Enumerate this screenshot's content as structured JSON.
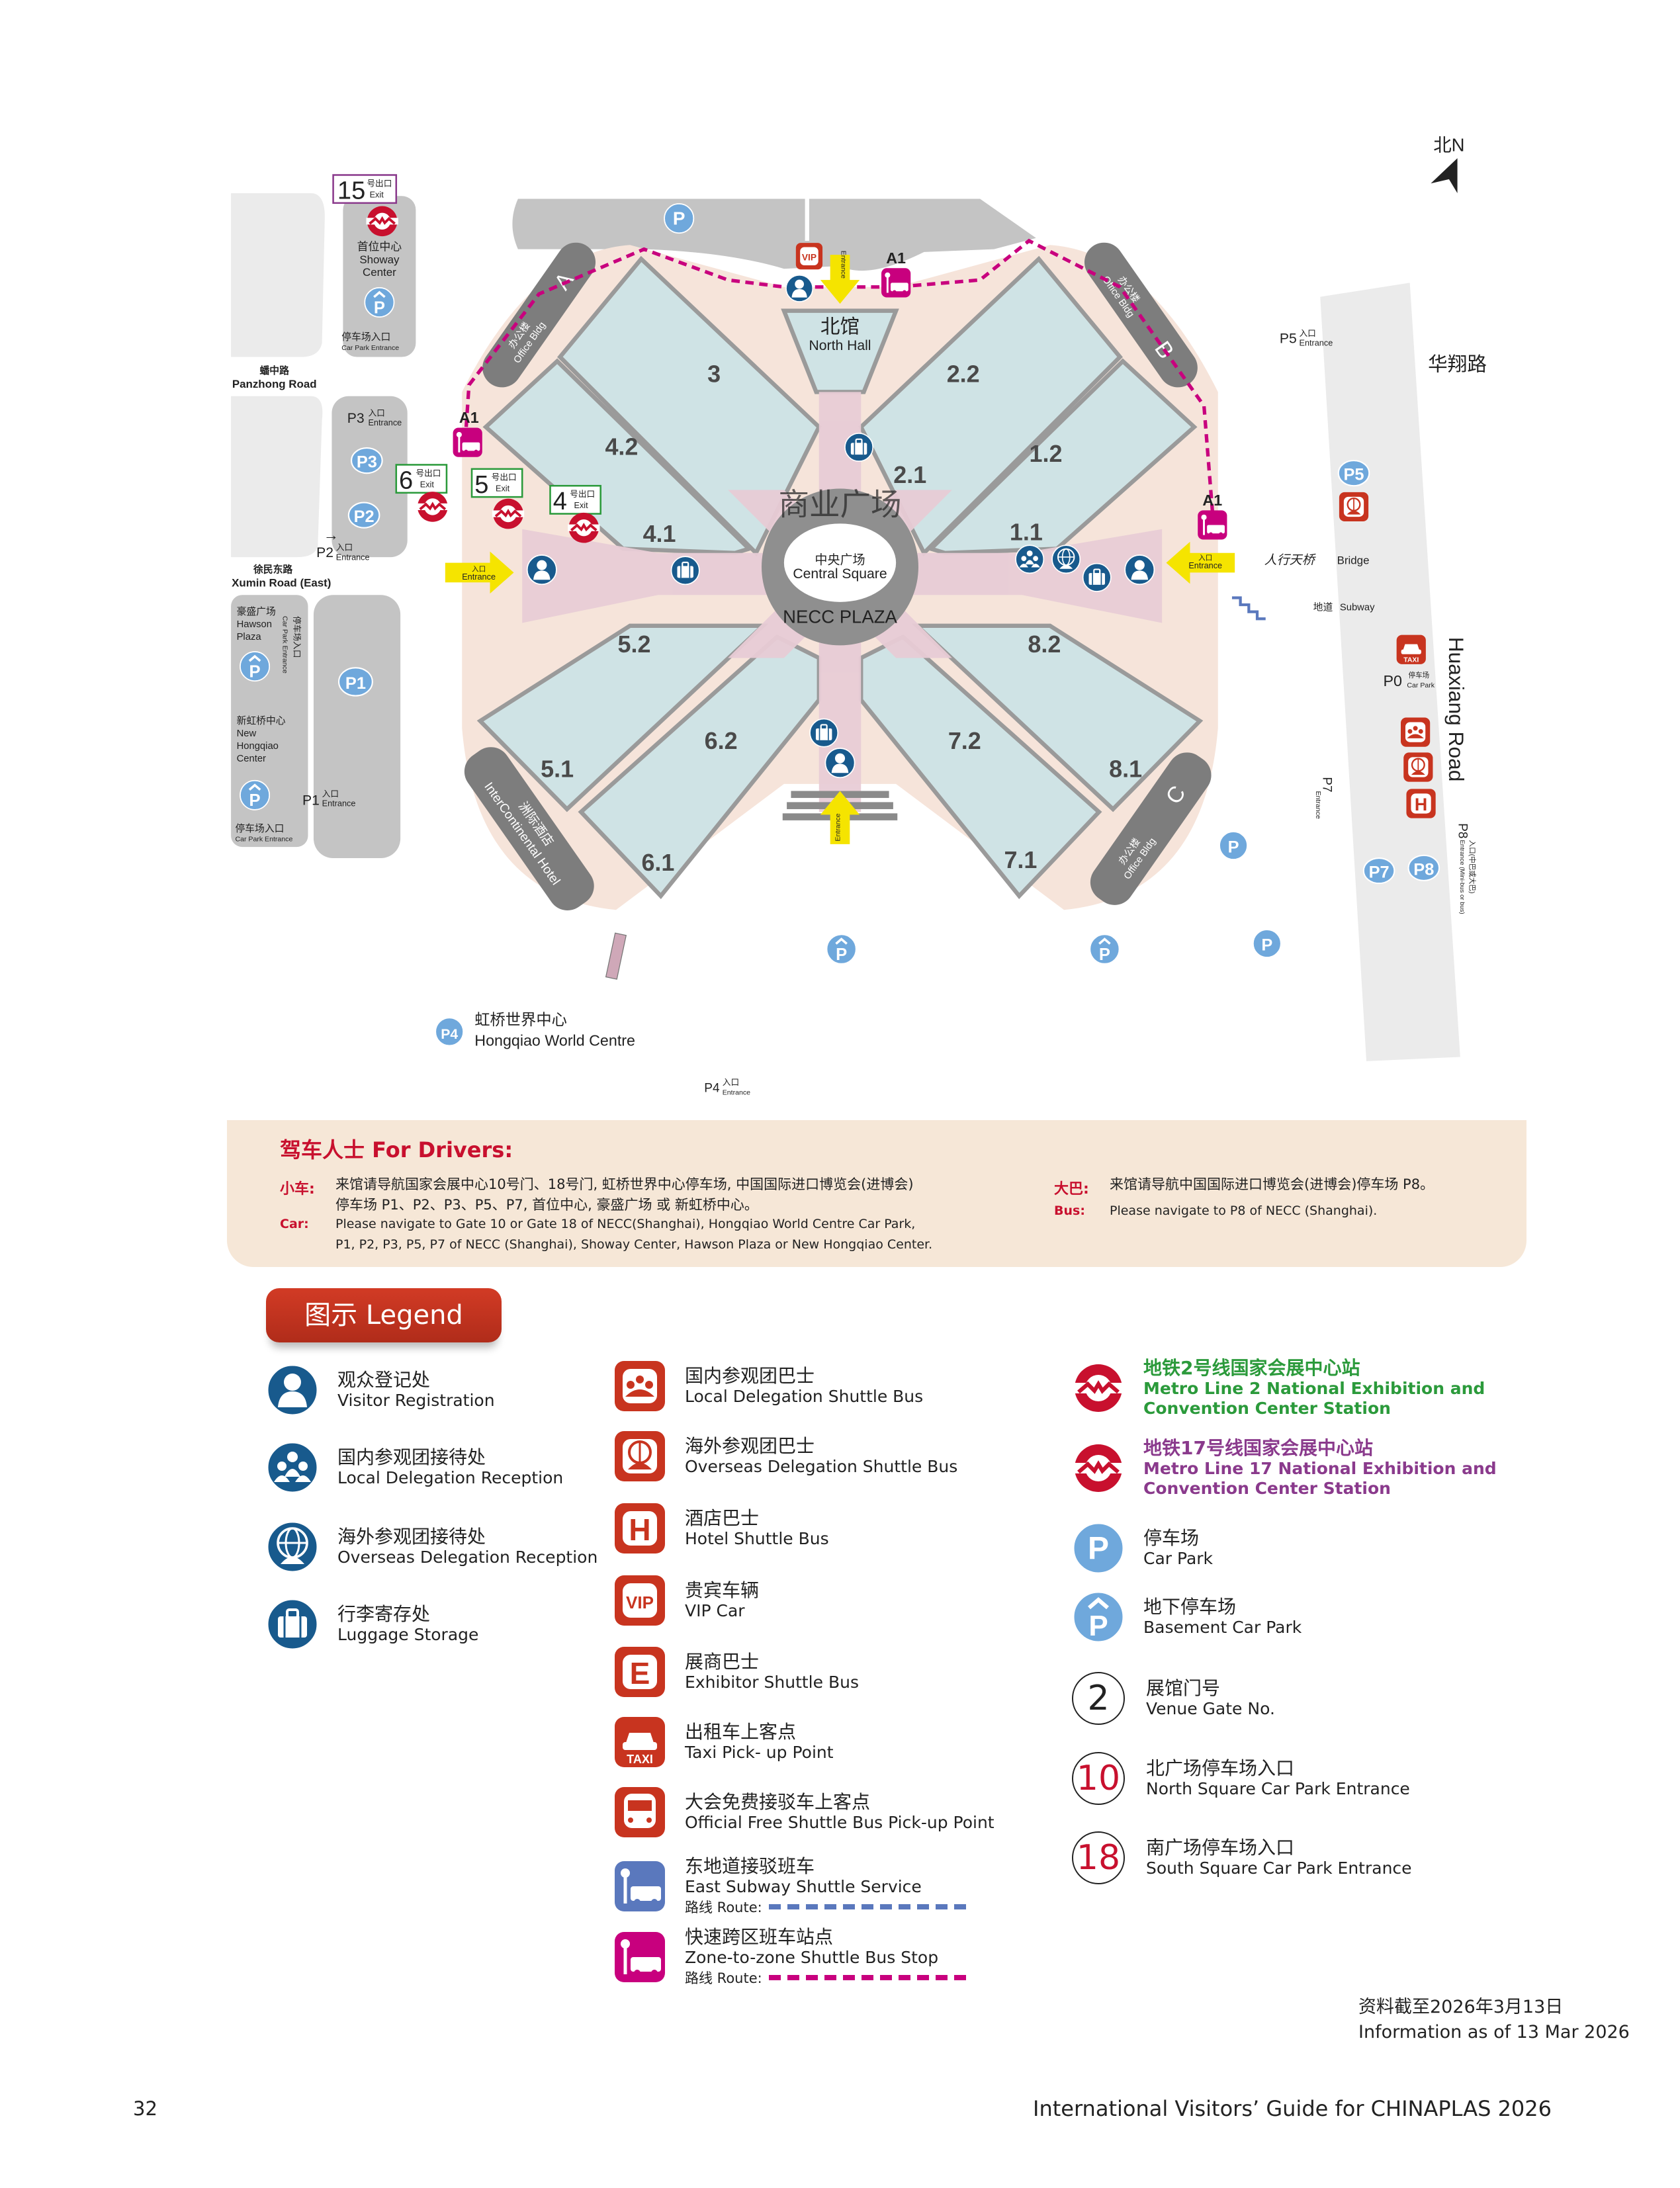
{
  "map": {
    "north": "北N",
    "exits": [
      {
        "num": "15",
        "cn": "号出口",
        "en": "Exit"
      },
      {
        "num": "6",
        "cn": "号出口",
        "en": "Exit"
      },
      {
        "num": "5",
        "cn": "号出口",
        "en": "Exit"
      },
      {
        "num": "4",
        "cn": "号出口",
        "en": "Exit"
      }
    ],
    "showay": {
      "cn": "首位中心",
      "en1": "Showay",
      "en2": "Center",
      "entrance_cn": "停车场入口",
      "entrance_en": "Car Park Entrance"
    },
    "panzhong": {
      "cn": "蟠中路",
      "en": "Panzhong Road"
    },
    "xumin": {
      "cn": "徐民东路",
      "en": "Xumin Road (East)"
    },
    "hawson": {
      "cn": "豪盛广场",
      "en1": "Hawson",
      "en2": "Plaza",
      "entrance_cn": "停车场入口",
      "entrance_en": "Car Park Entrance"
    },
    "new_hongqiao": {
      "cn": "新虹桥中心",
      "en1": "New",
      "en2": "Hongqiao",
      "en3": "Center",
      "entrance_cn": "停车场入口",
      "entrance_en": "Car Park Entrance"
    },
    "entrance_cn": "入口",
    "entrance_en": "Entrance",
    "park_entries": {
      "p3": "P3",
      "p2": "P2",
      "p1": "P1",
      "p5": "P5",
      "p4": "P4",
      "p7": "P7",
      "p8": "P8",
      "p0": "P0"
    },
    "p0": {
      "cn": "停车场",
      "en": "Car Park"
    },
    "p8_note": {
      "cn": "入口(中巴或大巴)",
      "en": "Entrance (Mini-bus or bus)"
    },
    "badges": {
      "p": "P",
      "p1": "P1",
      "p2": "P2",
      "p3": "P3",
      "p4": "P4",
      "p5": "P5",
      "p7": "P7",
      "p8": "P8"
    },
    "halls": {
      "h3": "3",
      "h22": "2.2",
      "h42": "4.2",
      "h12": "1.2",
      "h41": "4.1",
      "h21": "2.1",
      "h11": "1.1",
      "h52": "5.2",
      "h82": "8.2",
      "h62": "6.2",
      "h72": "7.2",
      "h51": "5.1",
      "h81": "8.1",
      "h61": "6.1",
      "h71": "7.1"
    },
    "north_hall": {
      "cn": "北馆",
      "en": "North Hall"
    },
    "plaza": {
      "cn": "商业广场",
      "square_cn": "中央广场",
      "square_en": "Central Square",
      "en": "NECC PLAZA"
    },
    "office": {
      "cn": "办公楼",
      "en": "Office Bldg",
      "a": "A",
      "b": "B",
      "c": "C"
    },
    "hotel": {
      "cn": "洲际酒店",
      "en": "InterContinental Hotel"
    },
    "a1": "A1",
    "vip": "VIP",
    "road": {
      "cn": "华翔路",
      "en": "Huaxiang Road"
    },
    "bridge": {
      "cn": "人行天桥",
      "en": "Bridge"
    },
    "subway": {
      "cn": "地道",
      "en": "Subway"
    },
    "world_centre": {
      "cn": "虹桥世界中心",
      "en": "Hongqiao World Centre"
    }
  },
  "drivers": {
    "title": "驾车人士 For Drivers:",
    "car_label_cn": "小车:",
    "car_cn_1": "来馆请导航国家会展中心10号门、18号门, 虹桥世界中心停车场, 中国国际进口博览会(进博会)",
    "car_cn_2": "停车场 P1、P2、P3、P5、P7, 首位中心, 豪盛广场 或 新虹桥中心。",
    "car_label_en": "Car:",
    "car_en_1": "Please navigate to Gate 10 or Gate 18 of NECC(Shanghai), Hongqiao World Centre Car Park,",
    "car_en_2": "P1, P2, P3, P5, P7 of NECC (Shanghai), Showay Center, Hawson Plaza or New Hongqiao Center.",
    "bus_label_cn": "大巴:",
    "bus_cn": "来馆请导航中国国际进口博览会(进博会)停车场 P8。",
    "bus_label_en": "Bus:",
    "bus_en": "Please navigate to P8 of NECC (Shanghai)."
  },
  "legend": {
    "title": "图示 Legend",
    "col1": [
      {
        "cn": "观众登记处",
        "en": "Visitor Registration",
        "icon": "visitor-icon"
      },
      {
        "cn": "国内参观团接待处",
        "en": "Local Delegation Reception",
        "icon": "delegation-icon"
      },
      {
        "cn": "海外参观团接待处",
        "en": "Overseas Delegation Reception",
        "icon": "globe-icon"
      },
      {
        "cn": "行李寄存处",
        "en": "Luggage Storage",
        "icon": "luggage-icon"
      }
    ],
    "col2": [
      {
        "cn": "国内参观团巴士",
        "en": "Local Delegation Shuttle Bus",
        "icon": "local-bus-icon"
      },
      {
        "cn": "海外参观团巴士",
        "en": "Overseas Delegation Shuttle Bus",
        "icon": "overseas-bus-icon"
      },
      {
        "cn": "酒店巴士",
        "en": "Hotel Shuttle Bus",
        "icon": "hotel-bus-icon"
      },
      {
        "cn": "贵宾车辆",
        "en": "VIP Car",
        "icon": "vip-icon"
      },
      {
        "cn": "展商巴士",
        "en": "Exhibitor Shuttle Bus",
        "icon": "exhibitor-bus-icon"
      },
      {
        "cn": "出租车上客点",
        "en": "Taxi Pick- up Point",
        "icon": "taxi-icon"
      },
      {
        "cn": "大会免费接驳车上客点",
        "en": "Official Free Shuttle Bus Pick-up Point",
        "icon": "shuttle-bus-icon"
      },
      {
        "cn": "东地道接驳班车",
        "en": "East Subway Shuttle Service",
        "route": "路线 Route:",
        "icon": "subway-shuttle-icon"
      },
      {
        "cn": "快速跨区班车站点",
        "en": "Zone-to-zone Shuttle Bus Stop",
        "route": "路线 Route:",
        "icon": "zone-shuttle-icon"
      }
    ],
    "col3": [
      {
        "cn": "地铁2号线国家会展中心站",
        "en": "Metro Line 2 National Exhibition and",
        "en2": "Convention Center Station"
      },
      {
        "cn": "地铁17号线国家会展中心站",
        "en": "Metro Line 17 National Exhibition and",
        "en2": "Convention Center Station"
      },
      {
        "cn": "停车场",
        "en": "Car Park"
      },
      {
        "cn": "地下停车场",
        "en": "Basement Car Park"
      },
      {
        "cn": "展馆门号",
        "en": "Venue Gate No.",
        "num": "2"
      },
      {
        "cn": "北广场停车场入口",
        "en": "North Square Car Park Entrance",
        "num": "10"
      },
      {
        "cn": "南广场停车场入口",
        "en": "South Square Car Park Entrance",
        "num": "18"
      }
    ]
  },
  "colors": {
    "red": "#c8341f",
    "blue": "#185a8d",
    "parking": "#6fa8dc",
    "magenta": "#c8007e",
    "shuttle_blue": "#5a78bd",
    "metro_red": "#c8102e",
    "line2_green": "#2b9a3b",
    "line17_purple": "#8a3a8c"
  },
  "note": {
    "cn": "资料截至2026年3月13日",
    "en": "Information as of 13 Mar 2026"
  },
  "footer": {
    "page": "32",
    "title": "International Visitors’ Guide for CHINAPLAS 2026"
  }
}
